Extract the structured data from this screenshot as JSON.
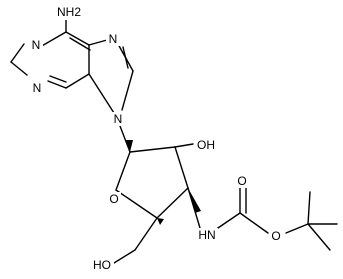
{
  "colors": {
    "ink": "#000000",
    "background": "#ffffff"
  },
  "atom_labels": {
    "amine": "NH2",
    "n1": "N",
    "n3": "N",
    "n7": "N",
    "n9": "N",
    "oh_2prime": "OH",
    "o_ring": "O",
    "nh_carbamate": "HN",
    "o_carbonyl": "O",
    "o_ester": "O",
    "oh_5prime": "HO"
  }
}
